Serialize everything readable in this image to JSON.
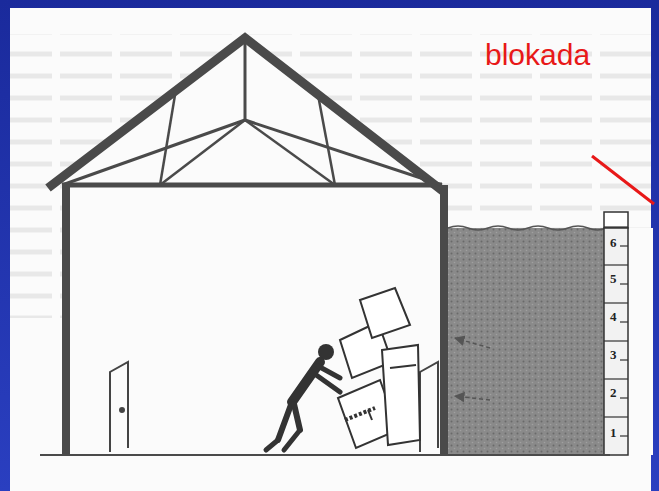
{
  "diagram": {
    "labels": [
      "blokada",
      "6",
      "5",
      "4",
      "3",
      "2",
      "1"
    ]
  }
}
